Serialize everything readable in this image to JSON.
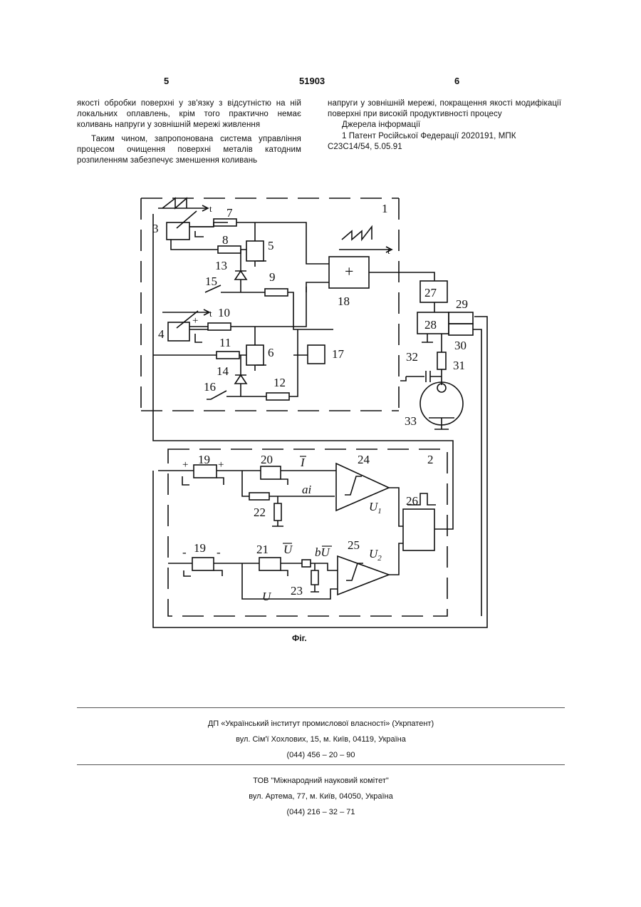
{
  "header": {
    "left_page": "5",
    "patent_number": "51903",
    "right_page": "6"
  },
  "left_column": {
    "p1": "якості обробки поверхні у зв'язку з відсутністю на ній локальних оплавлень, крім того практично немає коливань напруги у зовнішній мережі живлення",
    "p2": "Таким чином, запропонована система управління процесом очищення поверхні металів катодним розпиленням забезпечує зменшення коливань"
  },
  "right_column": {
    "p1": "напруги у зовнішній мережі, покращення якості модифікації поверхні при високій продуктивності процесу",
    "sources_title": "Джерела інформації",
    "ref1_a": "1 Патент Російської Федерації 2020191, МПК",
    "ref1_b": "С23С14/54, 5.05.91"
  },
  "figure": {
    "caption": "Фіг.",
    "labels": {
      "n1": "1",
      "n2": "2",
      "n3": "3",
      "n4": "4",
      "n5": "5",
      "n6": "6",
      "n7": "7",
      "n8": "8",
      "n9": "9",
      "n10": "10",
      "n11": "11",
      "n12": "12",
      "n13": "13",
      "n14": "14",
      "n15": "15",
      "n16": "16",
      "n17": "17",
      "n18": "18",
      "n19a": "19",
      "n19b": "19",
      "n20": "20",
      "n21": "21",
      "n22": "22",
      "n23": "23",
      "n24": "24",
      "n25": "25",
      "n26": "26",
      "n27": "27",
      "n28": "28",
      "n29": "29",
      "n30": "30",
      "n31": "31",
      "n32": "32",
      "n33": "33",
      "plus_sign": "+",
      "t1": "t",
      "t2": "t",
      "t3": "t",
      "plus_a": "+",
      "plus_b": "+",
      "plus_c": "+",
      "minus_a": "-",
      "minus_b": "-",
      "i_bar": "I",
      "ai": "ai",
      "u_bar": "U",
      "bu_b": "b",
      "bu_u": "U",
      "u_plain": "U",
      "u1": "U",
      "u1_sub": "1",
      "u2": "U",
      "u2_sub": "2"
    }
  },
  "footer": {
    "org1_line1": "ДП «Український інститут промислової власності» (Укрпатент)",
    "org1_line2": "вул. Сім'ї Хохлових, 15, м. Київ, 04119, Україна",
    "org1_line3": "(044) 456 – 20 – 90",
    "org2_line1": "ТОВ \"Міжнародний науковий комітет\"",
    "org2_line2": "вул. Артема, 77, м. Київ, 04050, Україна",
    "org2_line3": "(044) 216 – 32 – 71"
  }
}
